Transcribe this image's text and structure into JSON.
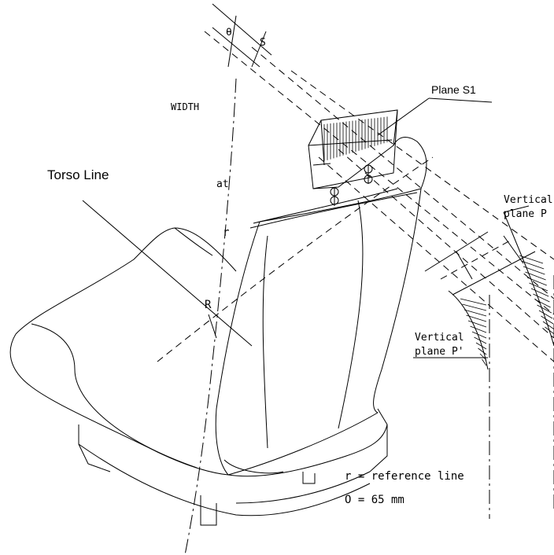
{
  "labels": {
    "torso_line": "Torso Line",
    "width": "WIDTH",
    "plane_s1": "Plane S1",
    "vertical_plane_p_line1": "Vertical",
    "vertical_plane_p_line2": "plane P",
    "vertical_plane_p_prime_line1": "Vertical",
    "vertical_plane_p_prime_line2": "plane P'",
    "r_upper": "R",
    "r_lower": "r",
    "at": "at",
    "s": "S",
    "theta": "θ",
    "reference_line_note": "r = reference line",
    "o_value_note": "O = 65 mm"
  }
}
